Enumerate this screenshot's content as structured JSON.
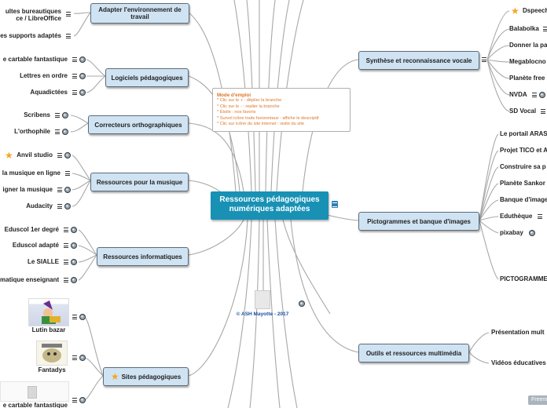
{
  "central": {
    "title": "Ressources pédagogiques numériques adaptées"
  },
  "mode_emploi": {
    "title": "Mode d'emploi",
    "lines": [
      "* Clic sur le + : déplier la branche",
      "* Clic sur le - : replier la branche",
      "* Étoile : nos favoris",
      "* Survol icône traits horizontaux : affiche le descriptif",
      "* Clic sur icône du site internet : visite du site"
    ]
  },
  "ash": {
    "label": "© ASH Mayotte - 2017"
  },
  "left_branches": {
    "adapter": "Adapter l'environnement de travail",
    "logiciels": "Logiciels pédagogiques",
    "correcteurs": "Correcteurs orthographiques",
    "musique": "Ressources pour la musique",
    "informatiques": "Ressources informatiques",
    "sites": "Sites pédagogiques"
  },
  "right_branches": {
    "synthese": "Synthèse et reconnaissance vocale",
    "pictogrammes": "Pictogrammes et banque d'images",
    "outils": "Outils et ressources multimédia"
  },
  "left_leaves": {
    "suites": "Suites bureautiques Microsoft Office / LibreOffice",
    "suites_line1": "ultes bureautiques",
    "suites_line2": "ce / LibreOffice",
    "supports": "es supports adaptés",
    "cartable": "e cartable fantastique",
    "lettres": "Lettres en ordre",
    "aquadictees": "Aquadictées",
    "scribens": "Scribens",
    "orthophile": "L'orthophile",
    "anvil": "Anvil studio",
    "musique_ligne": "la musique en ligne",
    "enseigner": "igner la musique",
    "audacity": "Audacity",
    "eduscol": "Eduscol 1er degré",
    "eduscol_adapte": "Eduscol adapté",
    "sialle": "Le SIALLE",
    "matique": "matique enseignant",
    "lutin": "Lutin bazar",
    "fantadys": "Fantadys",
    "cartable2": "e cartable fantastique"
  },
  "right_leaves": {
    "dspeech": "Dspeech",
    "balabolka": "Balabolka",
    "donner": "Donner la pa",
    "megaboc": "Megablocno",
    "planete_free": "Planète free",
    "nvda": "NVDA",
    "sdvocal": "SD Vocal",
    "arasaac": "Le portail ARAS",
    "tico": "Projet TICO et A",
    "construire": "Construire sa p",
    "sankor": "Planète Sankor",
    "banque": "Banque d'image",
    "eduthèque": "Eduthèque",
    "pixabay": "pixabay",
    "pictogramme": "PICTOGRAMME",
    "presentation": "Présentation mult",
    "videos": "Vidéos éducatives"
  },
  "footer": {
    "freemind": "Freem"
  },
  "colors": {
    "central": "#1891b5",
    "branch": "#cfe3f3",
    "note_text": "#d9772b",
    "star": "#f5a623",
    "link_line": "#a8a8a8"
  }
}
